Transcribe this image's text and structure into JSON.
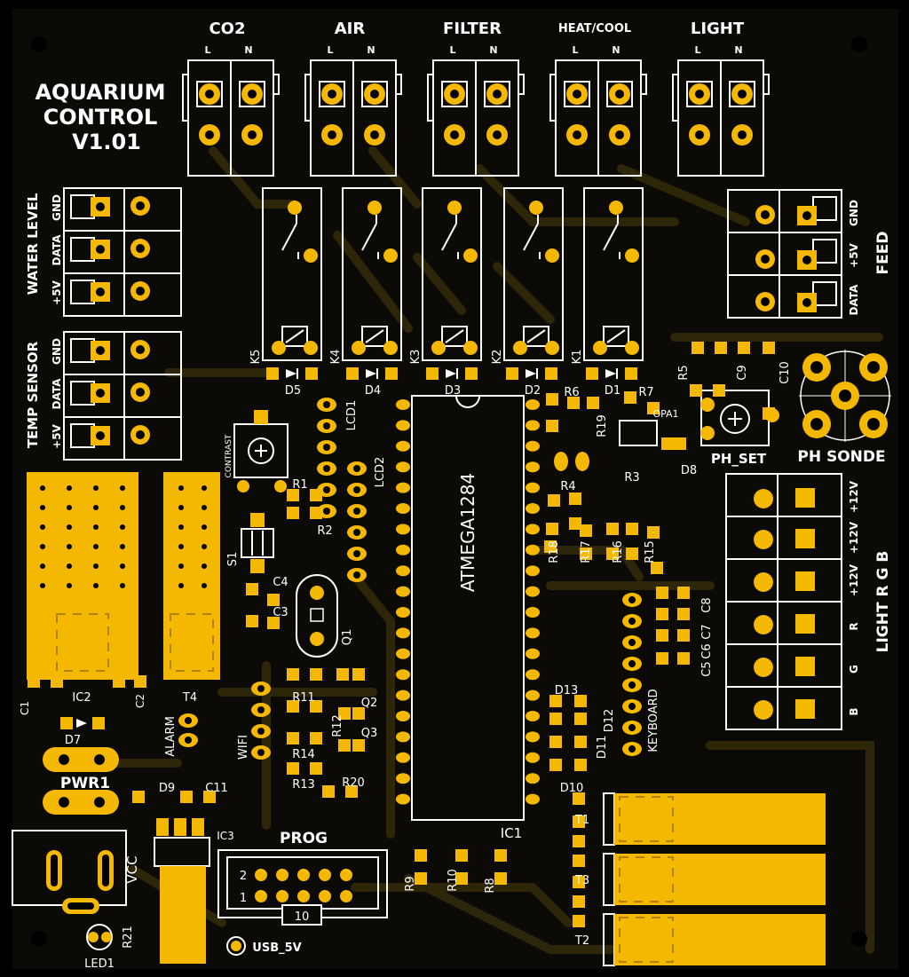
{
  "board": {
    "title_lines": [
      "AQUARIUM",
      "CONTROL",
      "V1.01"
    ]
  },
  "power_outputs": [
    {
      "label": "CO2"
    },
    {
      "label": "AIR"
    },
    {
      "label": "FILTER"
    },
    {
      "label": "HEAT/COOL"
    },
    {
      "label": "LIGHT"
    }
  ],
  "output_pin_labels": [
    "L",
    "N"
  ],
  "relays": [
    "K5",
    "K4",
    "K3",
    "K2",
    "K1"
  ],
  "diodes_row": [
    "D5",
    "D4",
    "D3",
    "D2",
    "D1"
  ],
  "left_connectors": [
    {
      "label": "WATER LEVEL",
      "pins": [
        "+5V",
        "DATA",
        "GND"
      ]
    },
    {
      "label": "TEMP SENSOR",
      "pins": [
        "+5V",
        "DATA",
        "GND"
      ]
    }
  ],
  "feed_connector": {
    "label": "FEED",
    "pins": [
      "GND",
      "+5V",
      "DATA"
    ]
  },
  "light_connector": {
    "label": "LIGHT R G B",
    "pins": [
      "+12V",
      "+12V",
      "+12V",
      "R",
      "G",
      "B"
    ]
  },
  "components": {
    "mcu": "ATMEGA1284",
    "ic1": "IC1",
    "ic2": "IC2",
    "ic3": "IC3",
    "lcd1": "LCD1",
    "lcd2": "LCD2",
    "contrast": "CONTRAST",
    "q1": "Q1",
    "s1": "S1",
    "pwr1": "PWR1",
    "vcc": "VCC",
    "prog": "PROG",
    "prog_pins": [
      "2",
      "1",
      "10"
    ],
    "usb": "USB_5V",
    "led1": "LED1",
    "wifi": "WIFI",
    "alarm": "ALARM",
    "keyboard": "KEYBOARD",
    "ph_set": "PH_SET",
    "ph_sonde": "PH SONDE",
    "opa1": "OPA1",
    "t1": "T1",
    "t2": "T2",
    "t3": "T3",
    "t4": "T4",
    "d7": "D7",
    "d8": "D8",
    "d9": "D9",
    "d10": "D10",
    "d11": "D11",
    "d12": "D12",
    "d13": "D13",
    "c1": "C1",
    "c2": "C2",
    "c3": "C3",
    "c4": "C4",
    "c5": "C5",
    "c6": "C6",
    "c7": "C7",
    "c8": "C8",
    "c9": "C9",
    "c10": "C10",
    "c11": "C11",
    "r1": "R1",
    "r2": "R2",
    "r3": "R3",
    "r4": "R4",
    "r5": "R5",
    "r6": "R6",
    "r7": "R7",
    "r8": "R8",
    "r9": "R9",
    "r10": "R10",
    "r11": "R11",
    "r12": "R12",
    "r13": "R13",
    "r14": "R14",
    "r15": "R15",
    "r16": "R16",
    "r17": "R17",
    "r18": "R18",
    "r19": "R19",
    "r20": "R20",
    "r21": "R21",
    "q2": "Q2",
    "q3": "Q3"
  },
  "colors": {
    "board": "#0b0a06",
    "pad": "#f5b800",
    "silk": "#ffffff",
    "trace": "#2e2608"
  }
}
